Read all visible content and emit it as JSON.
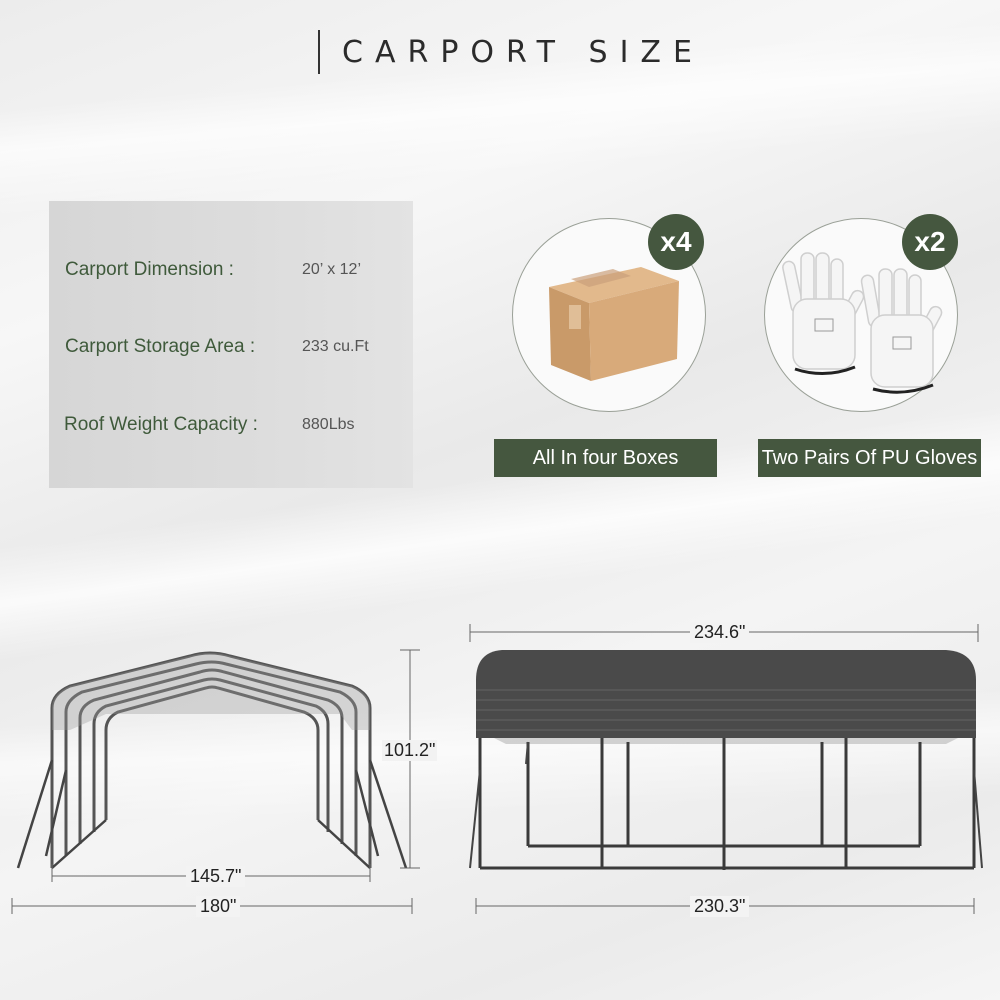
{
  "title": "CARPORT SIZE",
  "specs": [
    {
      "label": "Carport Dimension :",
      "value": "20’ x 12’"
    },
    {
      "label": "Carport Storage Area :",
      "value": "233 cu.Ft"
    },
    {
      "label": "Roof Weight Capacity :",
      "value": "880Lbs"
    }
  ],
  "items": [
    {
      "badge": "x4",
      "caption": "All In four Boxes",
      "icon": "cardboard-box-icon"
    },
    {
      "badge": "x2",
      "caption": "Two Pairs Of PU Gloves",
      "icon": "gloves-icon"
    }
  ],
  "dimensions": {
    "height": "101.2\"",
    "front_inner_width": "145.7\"",
    "front_outer_width": "180\"",
    "side_top_length": "234.6\"",
    "side_bottom_length": "230.3\""
  },
  "colors": {
    "accent": "#45573f",
    "label_text": "#3f5a3b",
    "panel": "#d9d9d9",
    "roof": "#4a4a4a"
  }
}
